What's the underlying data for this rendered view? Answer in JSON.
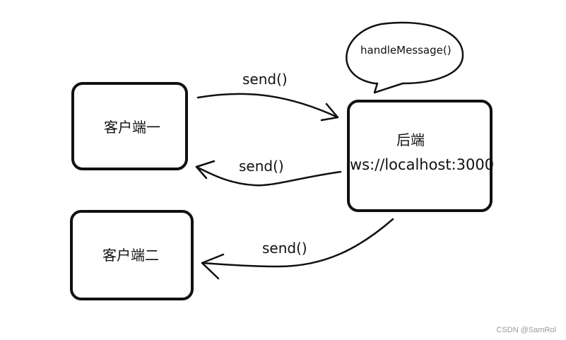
{
  "nodes": {
    "client1": {
      "label": "客户端一"
    },
    "client2": {
      "label": "客户端二"
    },
    "backend": {
      "label": "后端",
      "address": "ws://localhost:3000"
    }
  },
  "bubble": {
    "label": "handleMessage()"
  },
  "arrows": {
    "client1_to_backend": {
      "label": "send()"
    },
    "backend_to_client1": {
      "label": "send()"
    },
    "backend_to_client2": {
      "label": "send()"
    }
  },
  "watermark": {
    "text": "CSDN @SamRol"
  },
  "colors": {
    "stroke": "#111111",
    "background": "#ffffff",
    "watermark": "#9a9a9a"
  }
}
